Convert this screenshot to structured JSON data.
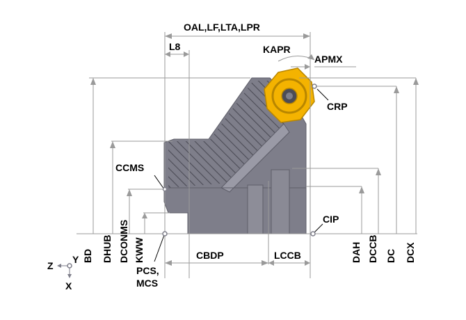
{
  "labels": {
    "oal": "OAL,LF,LTA,LPR",
    "l8": "L8",
    "kapr": "KAPR",
    "apmx": "APMX",
    "crp": "CRP",
    "ccms": "CCMS",
    "cip": "CIP",
    "cbdp": "CBDP",
    "lccb": "LCCB",
    "pcs": "PCS,",
    "mcs": "MCS",
    "bd": "BD",
    "dhub": "DHUB",
    "dconms": "DCONMS",
    "kww": "KWW",
    "dah": "DAH",
    "dccb": "DCCB",
    "dc": "DC",
    "dcx": "DCX",
    "axis_z": "Z",
    "axis_y": "Y",
    "axis_x": "X"
  },
  "colors": {
    "body": "#7e7e8a",
    "body_dark": "#5d5d68",
    "hatch": "#4c4c56",
    "insert": "#f4b300",
    "insert_edge": "#b88600",
    "dimension": "#9a9a9a",
    "text": "#000000"
  }
}
